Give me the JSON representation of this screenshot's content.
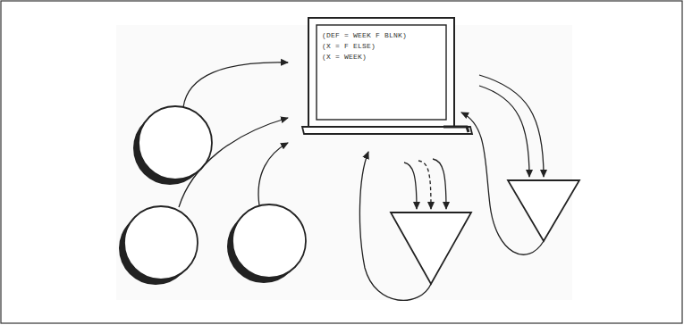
{
  "diagram": {
    "nodes": [
      {
        "text": [
          "(DEF = WEEK F BLNK)",
          "(X = F ELSE)",
          "(X = WEEK)"
        ]
      }
    ]
  }
}
